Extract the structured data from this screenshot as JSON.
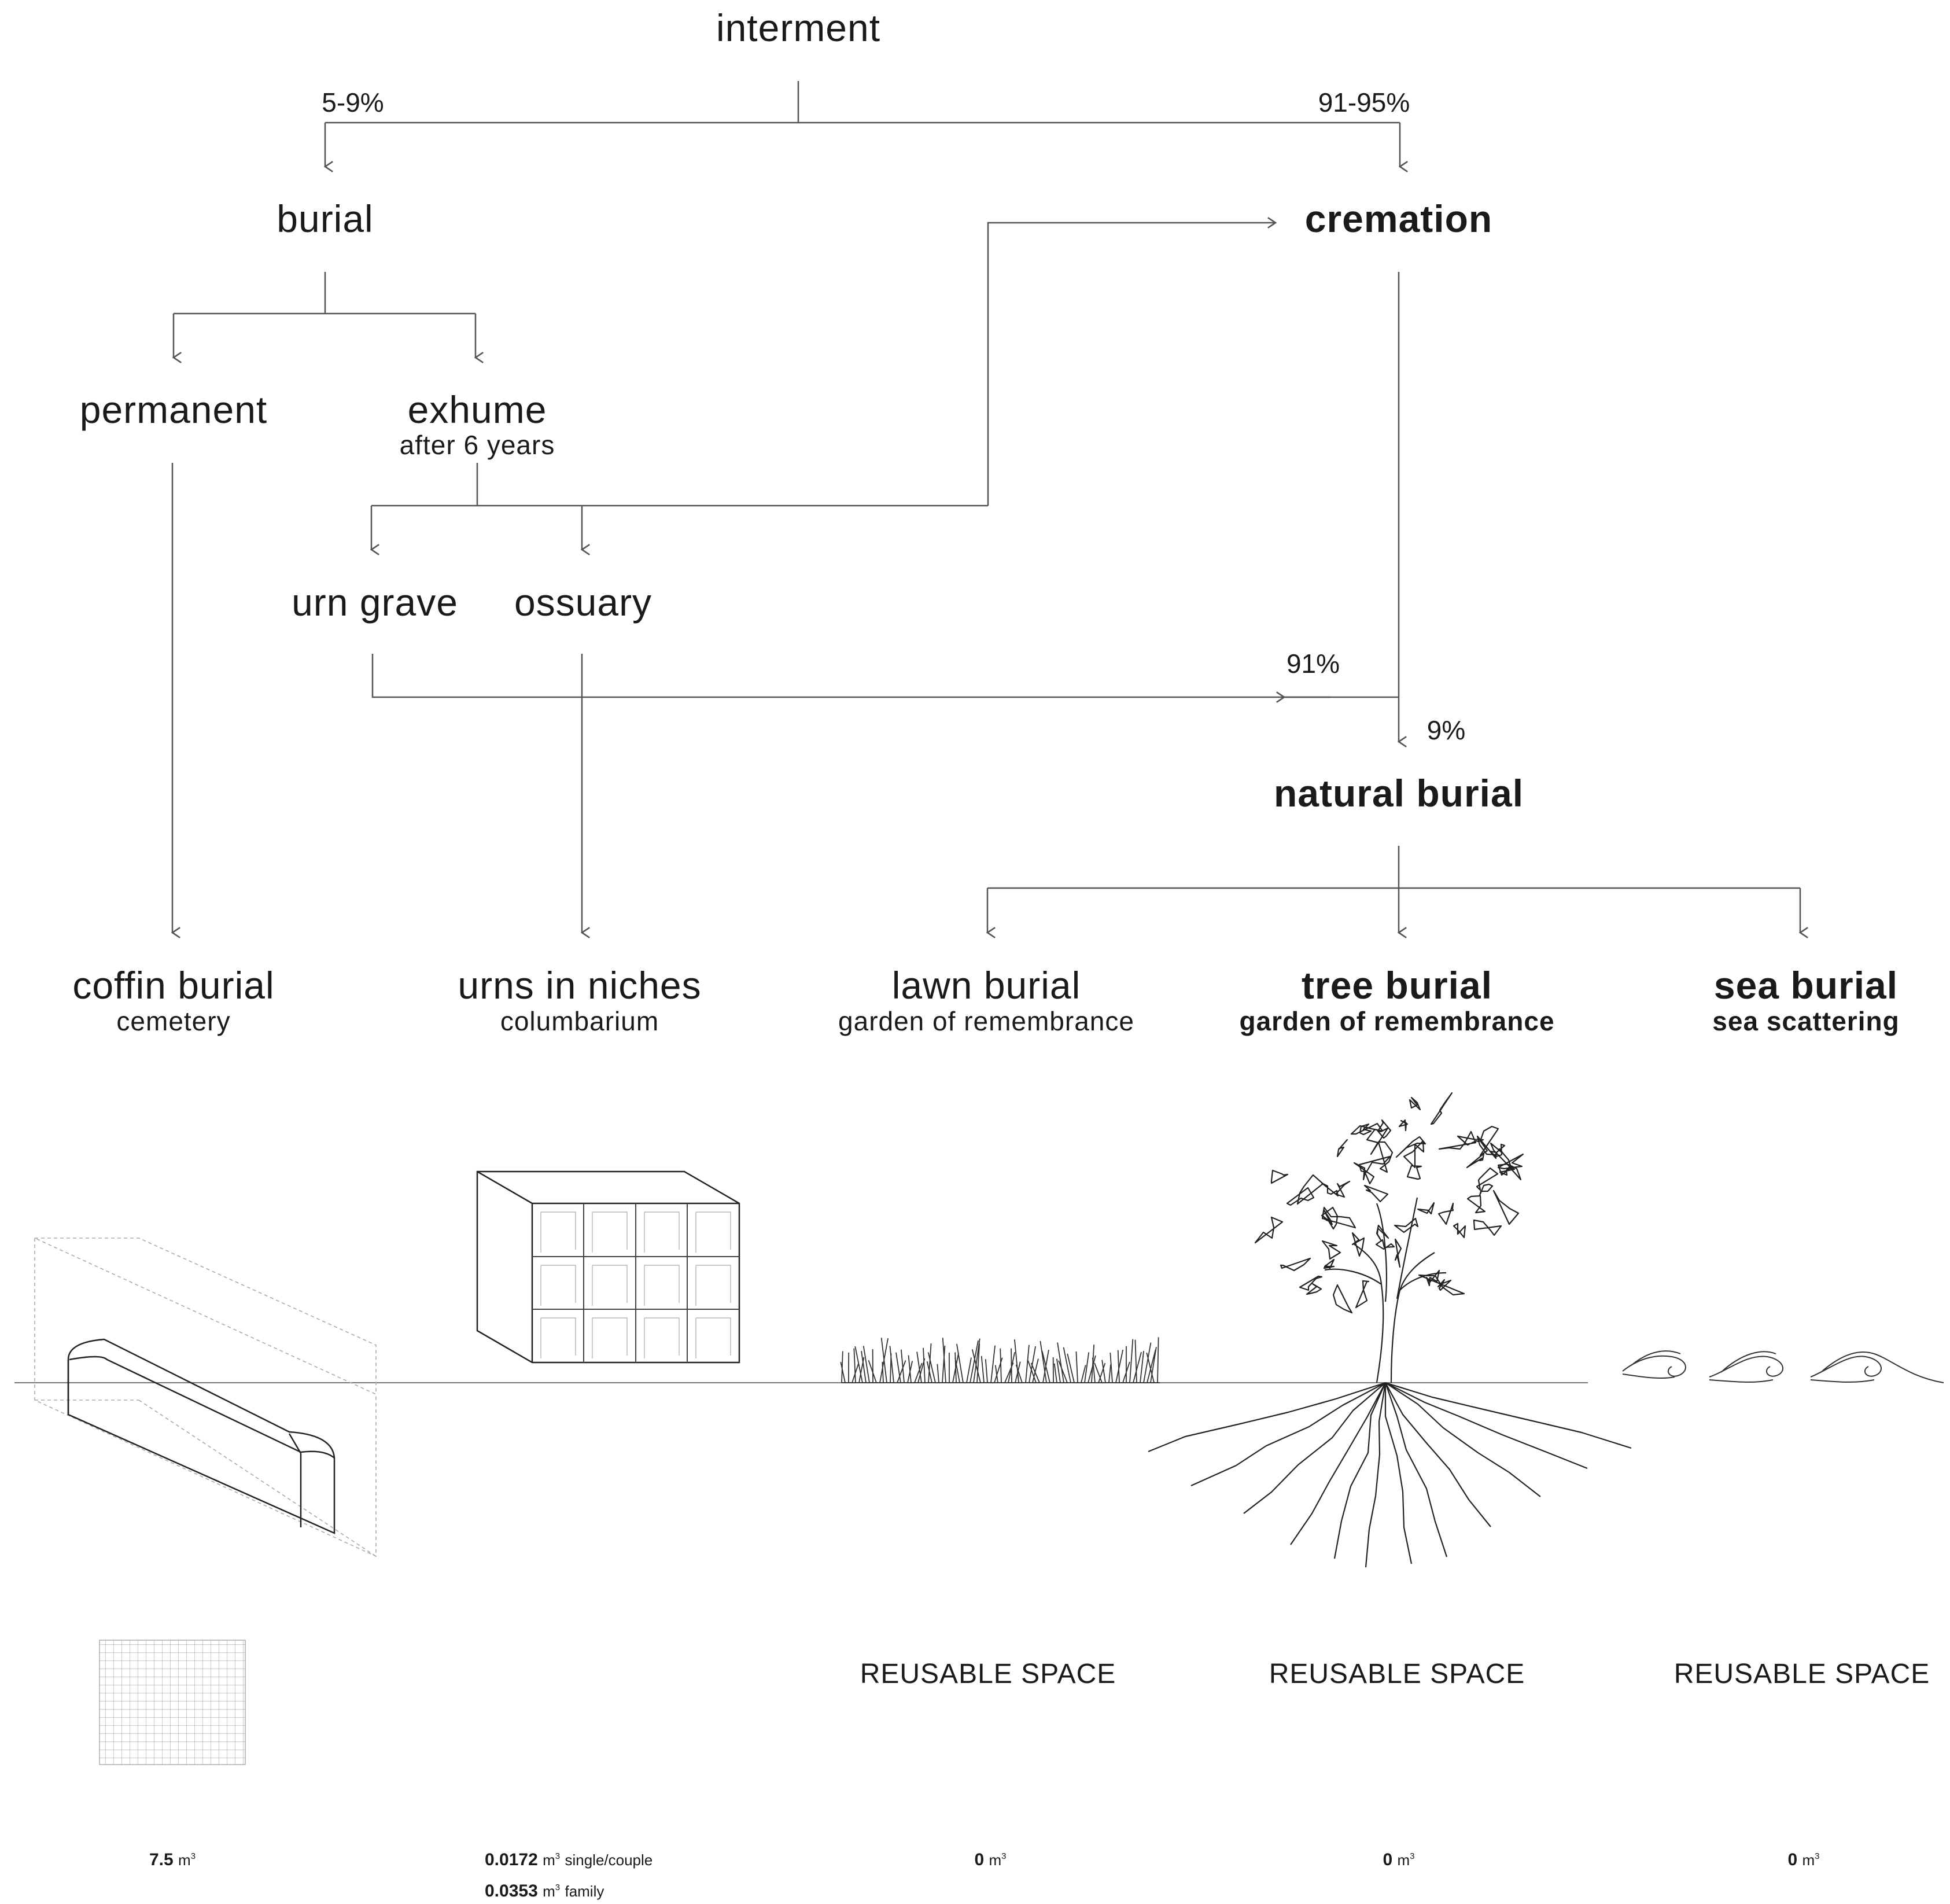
{
  "nodes": {
    "interment": "interment",
    "burial": "burial",
    "cremation": "cremation",
    "permanent": "permanent",
    "exhume": "exhume",
    "exhume_sub": "after 6 years",
    "urn_grave": "urn grave",
    "ossuary": "ossuary",
    "natural_burial": "natural burial"
  },
  "percentages": {
    "burial": "5-9%",
    "cremation": "91-95%",
    "urn_grave": "91%",
    "natural_burial": "9%"
  },
  "outcomes": [
    {
      "title": "coffin burial",
      "subtitle": "cemetery",
      "emphasis": false
    },
    {
      "title": "urns in niches",
      "subtitle": "columbarium",
      "emphasis": false
    },
    {
      "title": "lawn burial",
      "subtitle": "garden of remembrance",
      "emphasis": false
    },
    {
      "title": "tree burial",
      "subtitle": "garden of remembrance",
      "emphasis": true
    },
    {
      "title": "sea burial",
      "subtitle": "sea scattering",
      "emphasis": true
    }
  ],
  "reusable_label": "REUSABLE SPACE",
  "volumes": {
    "coffin": {
      "value": "7.5",
      "unit": "m",
      "exp": "3"
    },
    "urn_single": {
      "value": "0.0172",
      "unit": "m",
      "exp": "3",
      "note": "single/couple"
    },
    "urn_family": {
      "value": "0.0353",
      "unit": "m",
      "exp": "3",
      "note": "family"
    },
    "lawn": {
      "value": "0",
      "unit": "m",
      "exp": "3"
    },
    "tree": {
      "value": "0",
      "unit": "m",
      "exp": "3"
    },
    "sea": {
      "value": "0",
      "unit": "m",
      "exp": "3"
    }
  },
  "colors": {
    "line": "#555555",
    "text": "#1a1a1a",
    "grid": "#9a9a9a"
  }
}
